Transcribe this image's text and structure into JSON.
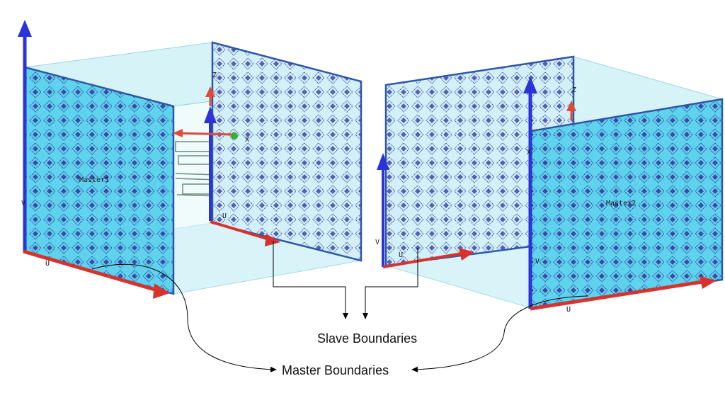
{
  "labels": {
    "master1": "Master1",
    "master2": "Master2",
    "slave_boundaries": "Slave Boundaries",
    "master_boundaries": "Master Boundaries"
  },
  "axes_left": {
    "v_outer": "V",
    "u_outer": "U",
    "u_inner": "U",
    "z_top": "Z",
    "x_tag": "X"
  },
  "axes_right": {
    "v_inner": "V",
    "u_inner": "U",
    "v_outer": "V",
    "u_outer": "U",
    "z_top": "Z",
    "x_tag": "X"
  },
  "colors": {
    "master_face": "#5fd2ee",
    "slave_face": "#cfeff8",
    "diamond": "#3d4aa5",
    "box_fill": "#c9f1f6",
    "edge": "#2f56a6",
    "axis_v": "#2a34d8",
    "axis_u": "#d8322e",
    "axis_z": "#e04a3a",
    "connector": "#000000"
  },
  "icons": {
    "arrow_up": "blue-arrow-icon",
    "arrow_right": "red-arrow-icon"
  }
}
